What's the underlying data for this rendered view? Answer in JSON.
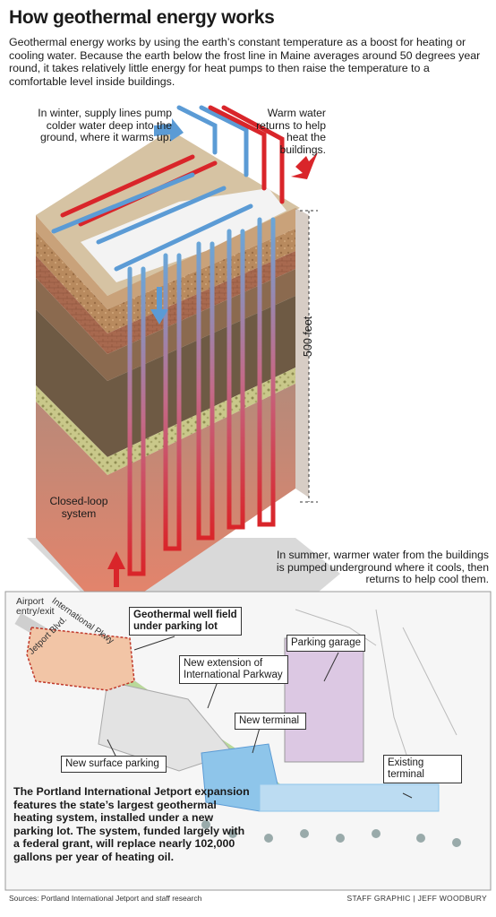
{
  "title": "How geothermal energy works",
  "intro": "Geothermal energy works by using the earth’s constant temperature as a boost for heating or cooling water. Because the earth below the frost line in Maine averages around 50 degrees year round, it takes relatively little energy for heat pumps to then raise the temperature to a comfortable level inside buildings.",
  "labels": {
    "winter": "In winter, supply lines pump colder water deep into the ground, where it warms up.",
    "warm": "Warm water returns to help heat the buildings.",
    "depth": "500 feet",
    "closed_loop": "Closed-loop system",
    "summer": "In summer, warmer water from the buildings is pumped underground where it cools, then returns to help cool them."
  },
  "map": {
    "airport_entry": "Airport entry/exit",
    "jetport_blvd": "Jetport Blvd.",
    "intl_pkwy": "International Pkwy",
    "well_field": "Geothermal well field under parking lot",
    "parking_garage": "Parking garage",
    "new_extension": "New extension of International Parkway",
    "new_terminal": "New terminal",
    "existing_terminal": "Existing terminal",
    "new_surface_parking": "New surface parking",
    "description": "The Portland International Jetport expansion features the state’s largest geothermal heating system, installed under a new parking lot. The system, funded largely with a federal grant, will replace nearly 102,000 gallons per year of heating oil."
  },
  "footer": {
    "sources": "Sources: Portland International Jetport and staff research",
    "credit": "STAFF GRAPHIC | JEFF WOODBURY"
  },
  "colors": {
    "hot_pipe": "#d9252a",
    "cold_pipe": "#5b9bd5",
    "garage": "#dcc8e3",
    "terminal": "#8ec5ea",
    "well_field": "#f2c5a6"
  }
}
